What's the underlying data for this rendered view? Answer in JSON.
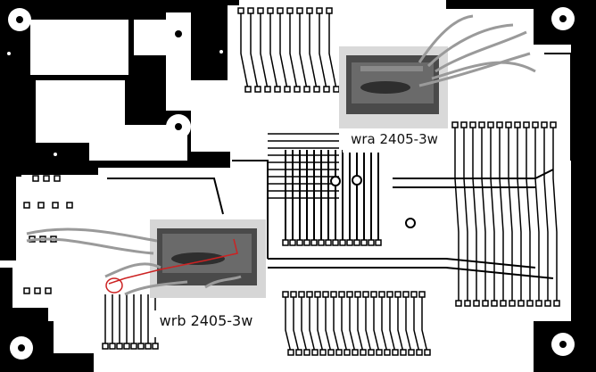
{
  "board": {
    "background_color": "#ffffff",
    "copper_color": "#000000"
  },
  "modules": [
    {
      "id": "wra",
      "label": "wra 2405-3w"
    },
    {
      "id": "wrb",
      "label": "wrb 2405-3w"
    }
  ],
  "wire_colors": {
    "gray": "#9a9a9a",
    "red": "#cc2222"
  }
}
